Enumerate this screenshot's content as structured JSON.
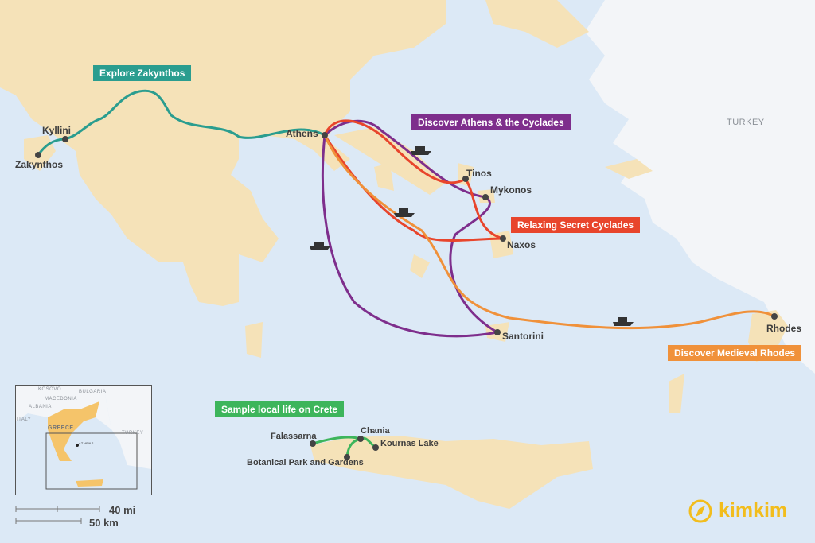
{
  "colors": {
    "sea": "#dce9f6",
    "land": "#f5e2b8",
    "turkey": "#f3f5f8",
    "zakynthos": "#2a9d8f",
    "cyclades": "#7e2e8c",
    "secret": "#e8452c",
    "rhodes": "#f0913a",
    "crete": "#3db55b",
    "brand": "#f2bd1d"
  },
  "countries": {
    "turkey": "TURKEY"
  },
  "places": {
    "zakynthos": "Zakynthos",
    "kyllini": "Kyllini",
    "athens": "Athens",
    "tinos": "Tinos",
    "mykonos": "Mykonos",
    "naxos": "Naxos",
    "santorini": "Santorini",
    "rhodes": "Rhodes",
    "falassarna": "Falassarna",
    "chania": "Chania",
    "kournas": "Kournas Lake",
    "botanical": "Botanical Park and Gardens"
  },
  "routes": {
    "zakynthos": "Explore Zakynthos",
    "cyclades": "Discover Athens & the Cyclades",
    "secret": "Relaxing Secret Cyclades",
    "rhodes": "Discover Medieval Rhodes",
    "crete": "Sample local life on Crete"
  },
  "inset": {
    "kosovo": "KOSOVO",
    "bulgaria": "BULGARIA",
    "macedonia": "MACEDONIA",
    "albania": "ALBANIA",
    "italy": "ITALY",
    "greece": "GREECE",
    "turkey": "TURKEY",
    "athens": "ATHENS"
  },
  "scale": {
    "miles": "40 mi",
    "km": "50 km"
  },
  "logo": {
    "text": "kimkim"
  },
  "icons": [
    "ferry-icon",
    "compass-logo-icon"
  ]
}
